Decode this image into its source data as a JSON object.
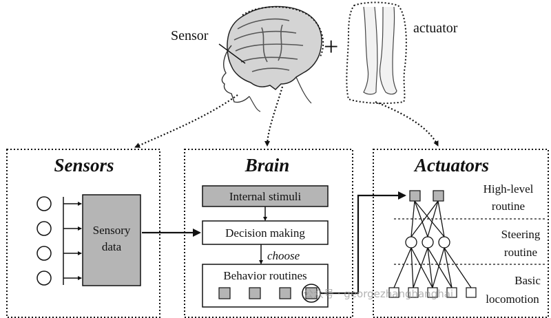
{
  "top": {
    "sensor_label": "Sensor",
    "plus": "+",
    "actuator_label": "actuator"
  },
  "panels": {
    "sensors": {
      "title": "Sensors",
      "box_label_line1": "Sensory",
      "box_label_line2": "data"
    },
    "brain": {
      "title": "Brain",
      "internal_stimuli": "Internal stimuli",
      "decision_making": "Decision making",
      "choose": "choose",
      "behavior_routines": "Behavior routines"
    },
    "actuators": {
      "title": "Actuators",
      "layer_high": [
        "High-level",
        "routine"
      ],
      "layer_steering": [
        "Steering",
        "routine"
      ],
      "layer_basic": [
        "Basic",
        "locomotion"
      ]
    }
  },
  "watermark": "公众号 · georgezhanghanghai",
  "colors": {
    "box_gray": "#b5b5b5",
    "stroke": "#111111"
  }
}
